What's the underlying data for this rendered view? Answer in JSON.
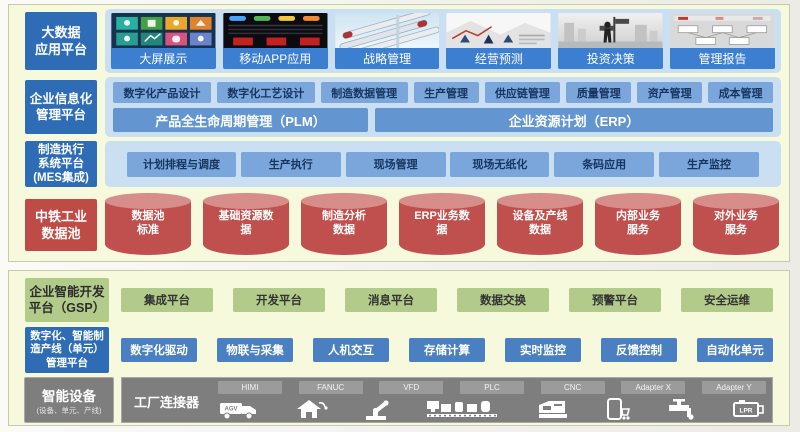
{
  "palette": {
    "panel_bg": "#f7f9dd",
    "sidebar_blue": "#2e6db6",
    "container_blue": "#cbdff2",
    "chip_blue": "#7aa6dc",
    "bar_blue": "#6396d0",
    "card_label_blue": "#3c7ed0",
    "deep_button_blue": "#4a80c2",
    "red": "#c0504d",
    "red_light": "#d78e8b",
    "green": "#b2cb8a",
    "gray": "#7e7e7e"
  },
  "rows": {
    "bigdata": {
      "sidebar_lines": [
        "大数据",
        "应用平台"
      ],
      "cards": [
        "大屏展示",
        "移动APP应用",
        "战略管理",
        "经营预测",
        "投资决策",
        "管理报告"
      ]
    },
    "info": {
      "sidebar_lines": [
        "企业信息化",
        "管理平台"
      ],
      "buttons": [
        "数字化产品设计",
        "数字化工艺设计",
        "制造数据管理",
        "生产管理",
        "供应链管理",
        "质量管理",
        "资产管理",
        "成本管理"
      ],
      "plm_bar": "产品全生命周期管理（PLM）",
      "erp_bar": "企业资源计划（ERP）"
    },
    "mes": {
      "sidebar_lines": [
        "制造执行",
        "系统平台",
        "(MES集成)"
      ],
      "buttons": [
        "计划排程与调度",
        "生产执行",
        "现场管理",
        "现场无纸化",
        "条码应用",
        "生产监控"
      ]
    },
    "datapool": {
      "sidebar_lines": [
        "中铁工业",
        "数据池"
      ],
      "cylinders": [
        [
          "数据池",
          "标准"
        ],
        [
          "基础资源数",
          "据"
        ],
        [
          "制造分析",
          "数据"
        ],
        [
          "ERP业务数",
          "据"
        ],
        [
          "设备及产线",
          "数据"
        ],
        [
          "内部业务",
          "服务"
        ],
        [
          "对外业务",
          "服务"
        ]
      ]
    },
    "gsp": {
      "sidebar_lines": [
        "企业智能开发",
        "平台（GSP）"
      ],
      "buttons": [
        "集成平台",
        "开发平台",
        "消息平台",
        "数据交换",
        "预警平台",
        "安全运维"
      ]
    },
    "line": {
      "sidebar_lines": [
        "数字化、智能制",
        "造产线（单元）",
        "管理平台"
      ],
      "buttons": [
        "数字化驱动",
        "物联与采集",
        "人机交互",
        "存储计算",
        "实时监控",
        "反馈控制",
        "自动化单元"
      ]
    },
    "devices": {
      "sidebar_title": "智能设备",
      "sidebar_caption": "(设备、单元、产线)",
      "connector_label": "工厂连接器",
      "protocols": [
        "HIMI",
        "FANUC",
        "VFD",
        "PLC",
        "CNC",
        "Adapter X",
        "Adapter Y"
      ],
      "agv_label": "AGV",
      "lpr_label": "LPR"
    }
  }
}
